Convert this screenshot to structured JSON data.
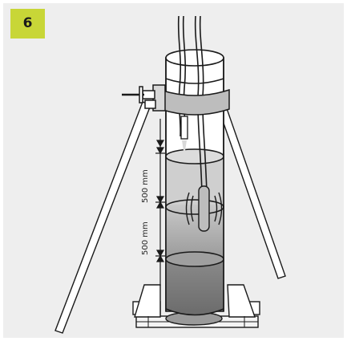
{
  "step": {
    "number": "6",
    "badge_color": "#c8d637"
  },
  "dimensions": {
    "upper": "500 mm",
    "lower": "500 mm"
  },
  "colors": {
    "background": "#eeeeee",
    "liquid_dark": "#7d7d7d",
    "liquid_mid": "#a8a8a8",
    "liquid_light": "#cdcdcd",
    "clamp": "#bdbdbd"
  }
}
